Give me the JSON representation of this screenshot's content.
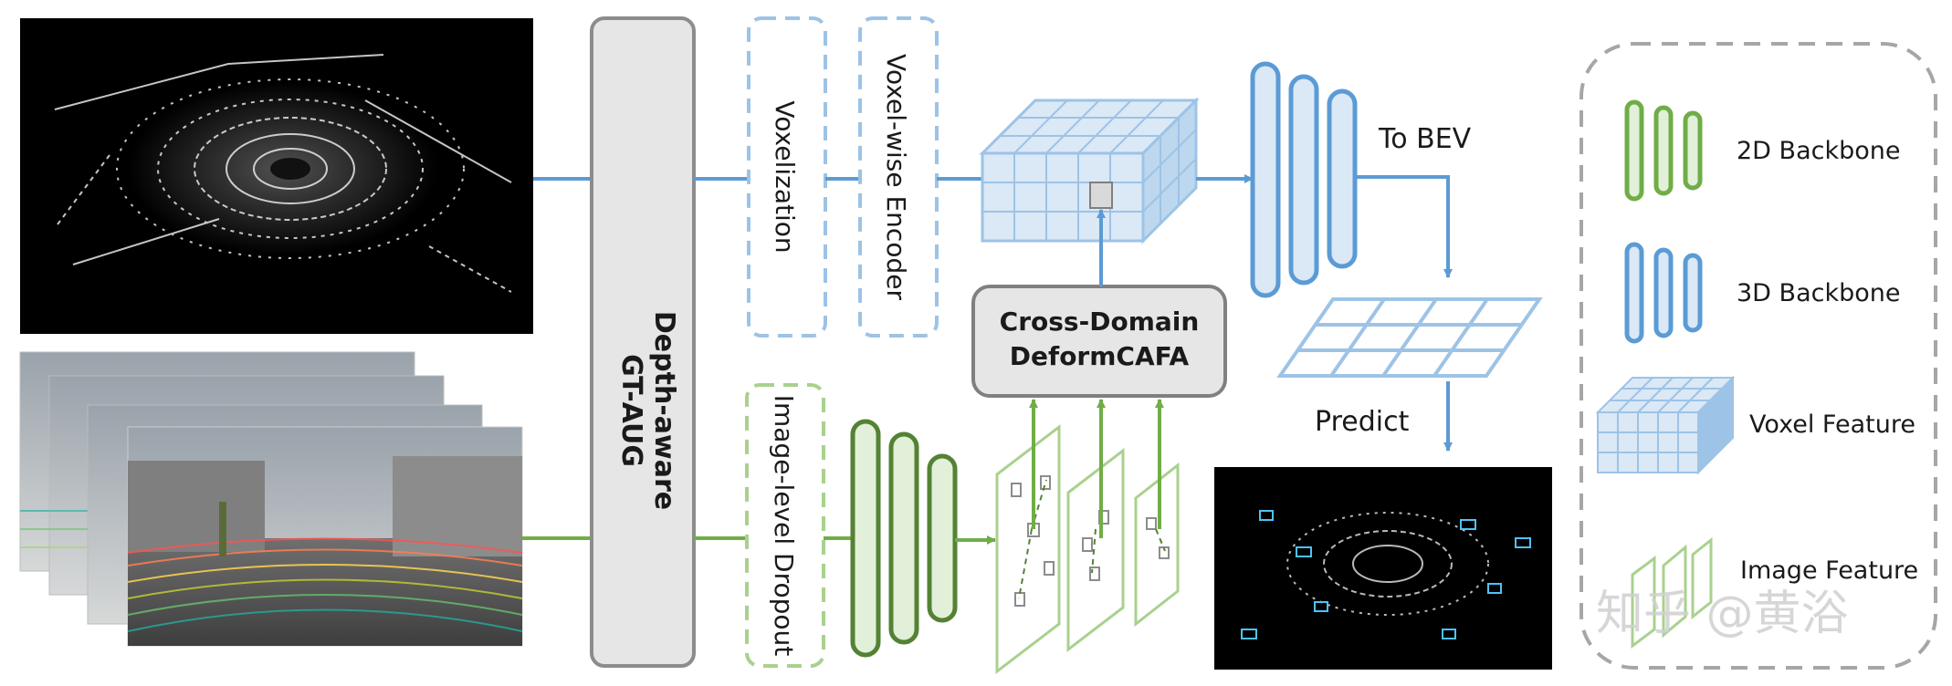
{
  "modules": {
    "gt_aug": "Depth-aware GT-AUG",
    "voxelization": "Voxelization",
    "voxel_encoder": "Voxel-wise Encoder",
    "image_dropout": "Image-level Dropout",
    "cafa_line1": "Cross-Domain",
    "cafa_line2": "DeformCAFA"
  },
  "flow": {
    "to_bev": "To BEV",
    "predict": "Predict"
  },
  "legend": {
    "backbone_2d": "2D Backbone",
    "backbone_3d": "3D Backbone",
    "voxel_feature": "Voxel Feature",
    "image_feature": "Image Feature"
  },
  "watermark": "知乎 @黄浴",
  "colors": {
    "blue": "#5b9bd5",
    "blue_fill": "#dbe8f6",
    "green": "#70ad47",
    "green_dark": "#548235",
    "green_fill": "#e2f0d9",
    "gray_dash": "#a6a6a6"
  }
}
